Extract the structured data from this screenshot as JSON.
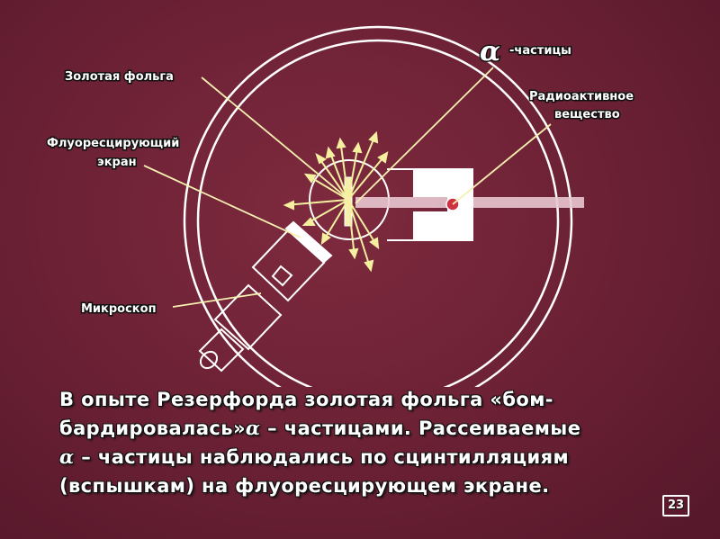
{
  "labels": {
    "gold_foil": "Золотая фольга",
    "alpha_particles_symbol": "α",
    "alpha_particles": "-частицы",
    "radioactive_line1": "Радиоактивное",
    "radioactive_line2": "вещество",
    "screen_line1": "Флуоресцирующий",
    "screen_line2": "экран",
    "microscope": "Микроскоп"
  },
  "caption": {
    "line1": "В опыте Резерфорда золотая фольга «бом-",
    "line2_a": "бардировалась»",
    "line2_alpha": "α",
    "line2_b": " – частицами. Рассеиваемые",
    "line3_alpha": "α",
    "line3_b": " – частицы наблюдались по сцинтилляциям",
    "line4": "(вспышкам) на флуоресцирующем экране."
  },
  "frame_number": "23",
  "colors": {
    "background": "#6a2034",
    "lines": "#ffffff",
    "rays": "#f4f0a0",
    "source_dot": "#d03040",
    "beam": "#e8c8d0"
  }
}
